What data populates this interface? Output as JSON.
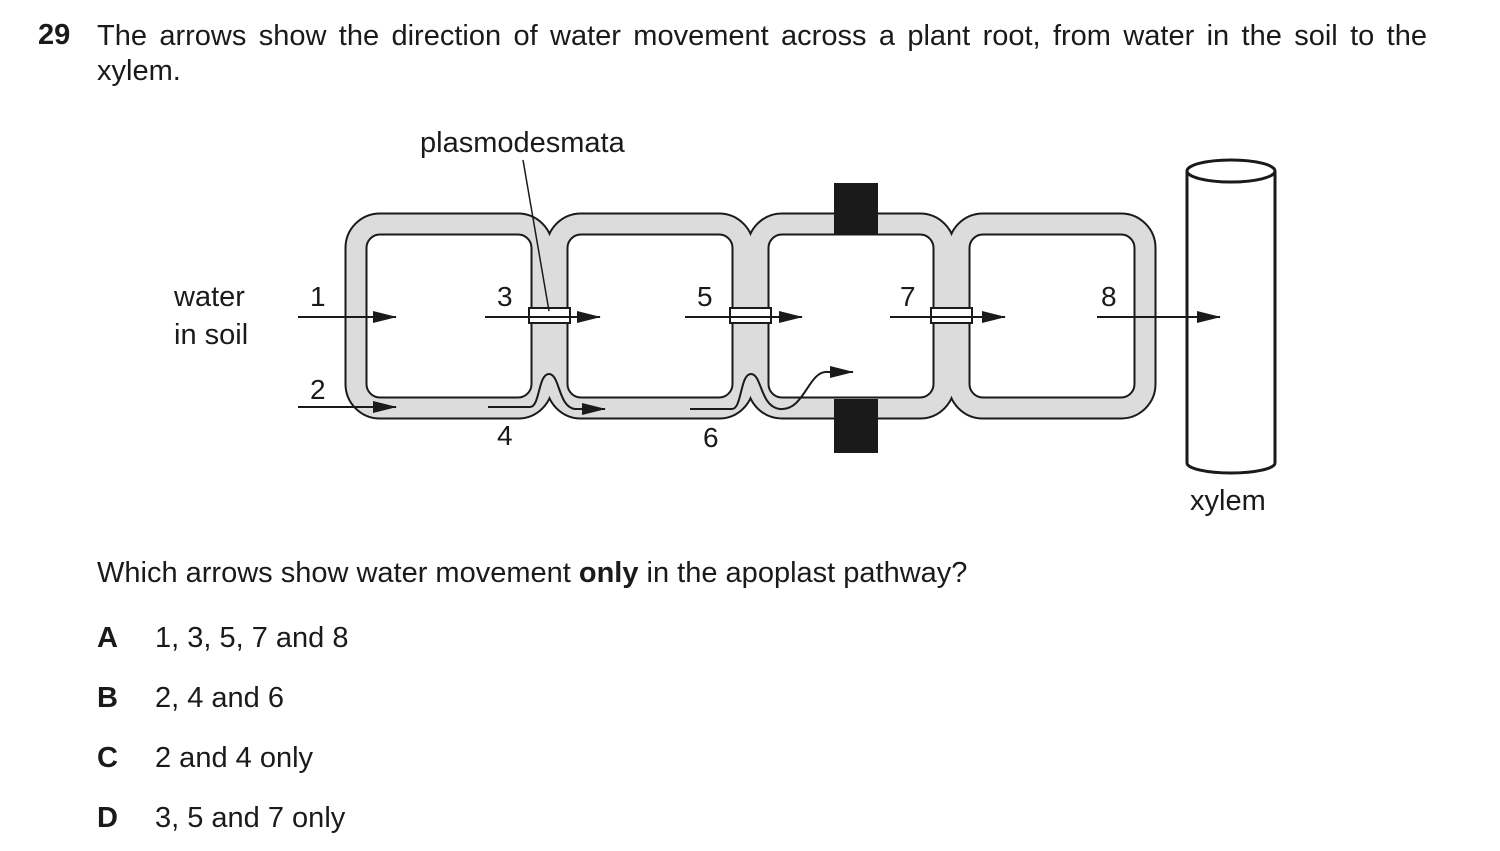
{
  "question": {
    "number": "29",
    "text": "The arrows show the direction of water movement across a plant root, from water in the soil to the xylem."
  },
  "diagram": {
    "labels": {
      "plasmodesmata": "plasmodesmata",
      "water_line1": "water",
      "water_line2": "in soil",
      "xylem": "xylem"
    },
    "arrow_numbers": [
      "1",
      "2",
      "3",
      "4",
      "5",
      "6",
      "7",
      "8"
    ]
  },
  "prompt": {
    "before": "Which arrows show water movement ",
    "emphasis": "only",
    "after": " in the apoplast pathway?"
  },
  "options": [
    {
      "letter": "A",
      "text": "1, 3, 5, 7 and 8"
    },
    {
      "letter": "B",
      "text": "2, 4 and 6"
    },
    {
      "letter": "C",
      "text": "2 and 4 only"
    },
    {
      "letter": "D",
      "text": "3, 5 and 7 only"
    }
  ]
}
